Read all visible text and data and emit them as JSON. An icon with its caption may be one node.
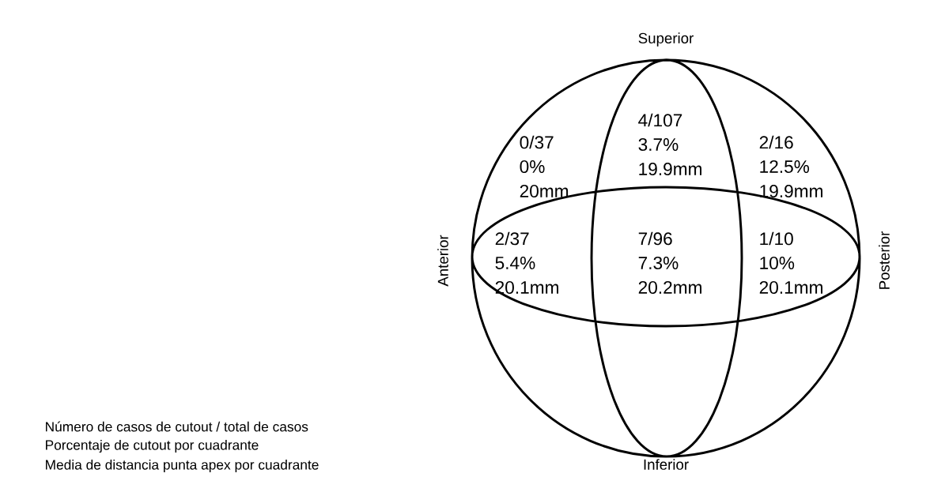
{
  "diagram": {
    "labels": [
      "Superior",
      "0/37",
      "0%",
      "20mm",
      "4/107",
      "3.7%",
      "19.9mm",
      "2/16",
      "12.5%",
      "19.9mm",
      "Anterior",
      "2/37",
      "5.4%",
      "20.1mm",
      "7/96",
      "7.3%",
      "20.2mm",
      "1/10",
      "10%",
      "20.1mm",
      "Posterior",
      "Número de casos de cutout / total de casos",
      "Porcentaje de cutout por cuadrante",
      "Media de distancia punta apex por cuadrante",
      "Inferior"
    ]
  }
}
